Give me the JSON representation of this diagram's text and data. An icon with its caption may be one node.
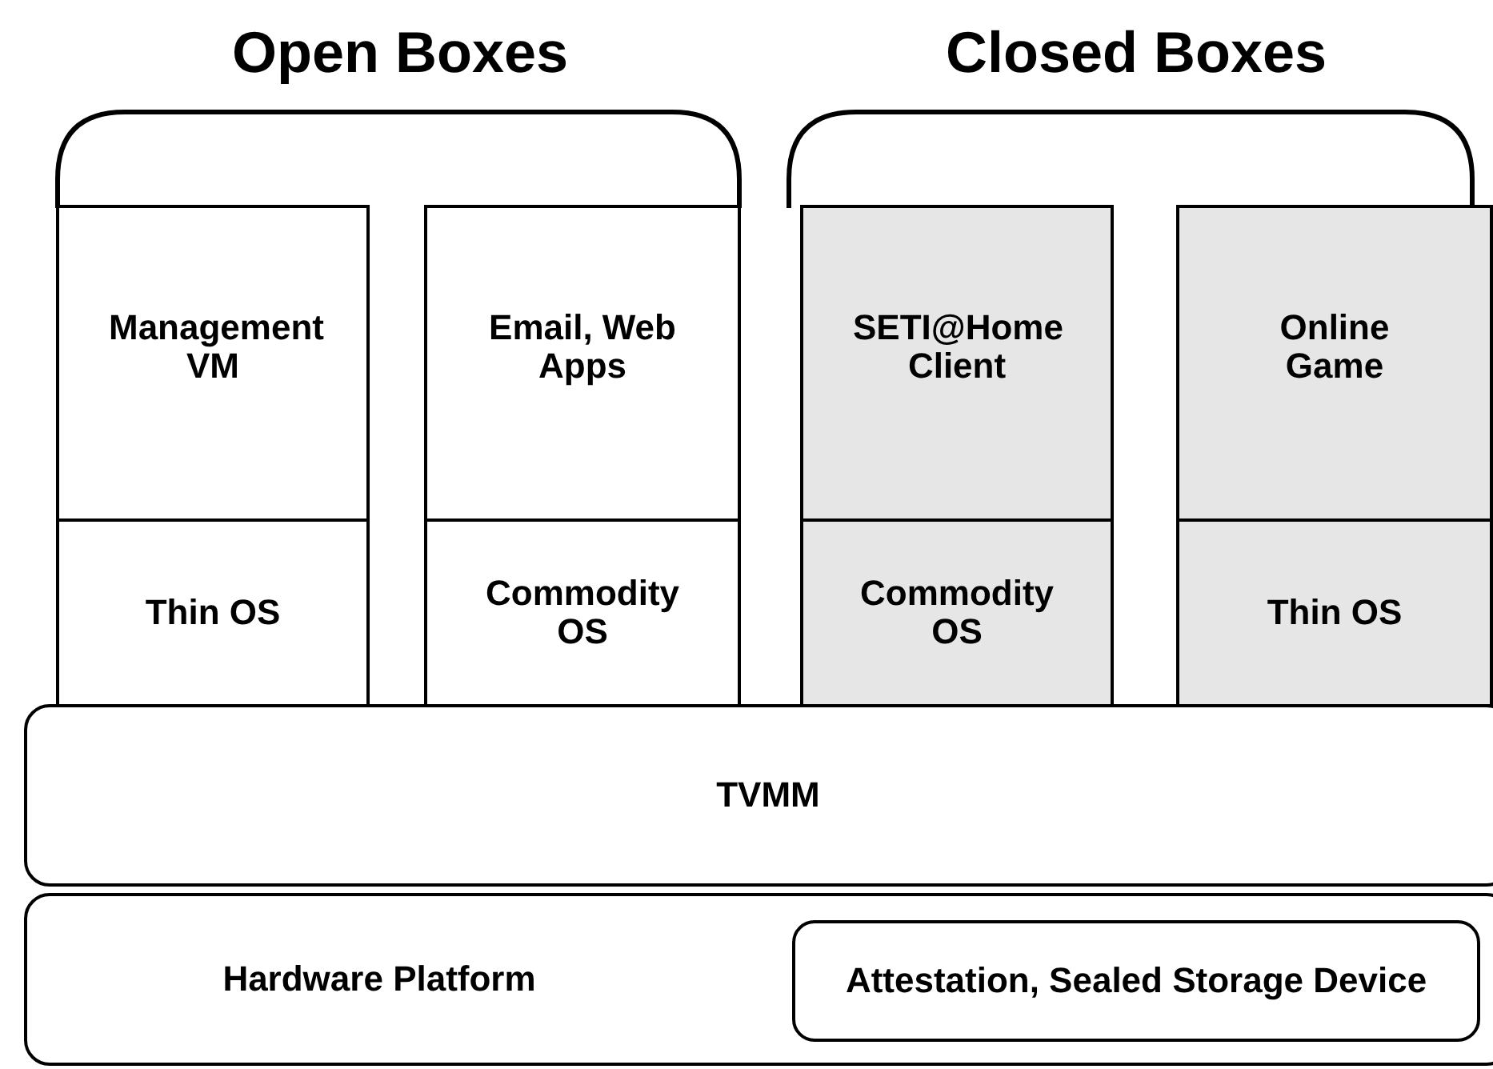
{
  "diagram": {
    "nodes": [
      {
        "text": [
          "Management VM"
        ]
      },
      {
        "text": [
          "Thin OS"
        ]
      },
      {
        "text": [
          "Email, Web Apps"
        ]
      },
      {
        "text": [
          "Commodity OS"
        ]
      },
      {
        "text": [
          "SETI@Home Client"
        ]
      },
      {
        "text": [
          "Commodity OS"
        ]
      },
      {
        "text": [
          "Online Game"
        ]
      },
      {
        "text": [
          "Thin OS"
        ]
      },
      {
        "text": [
          "TVMM"
        ]
      },
      {
        "text": [
          "Hardware Platform"
        ]
      },
      {
        "text": [
          "Attestation, Sealed Storage Device"
        ],
        "in": 9
      }
    ],
    "edges": [],
    "labels": [
      "Open Boxes",
      "Closed Boxes"
    ]
  }
}
